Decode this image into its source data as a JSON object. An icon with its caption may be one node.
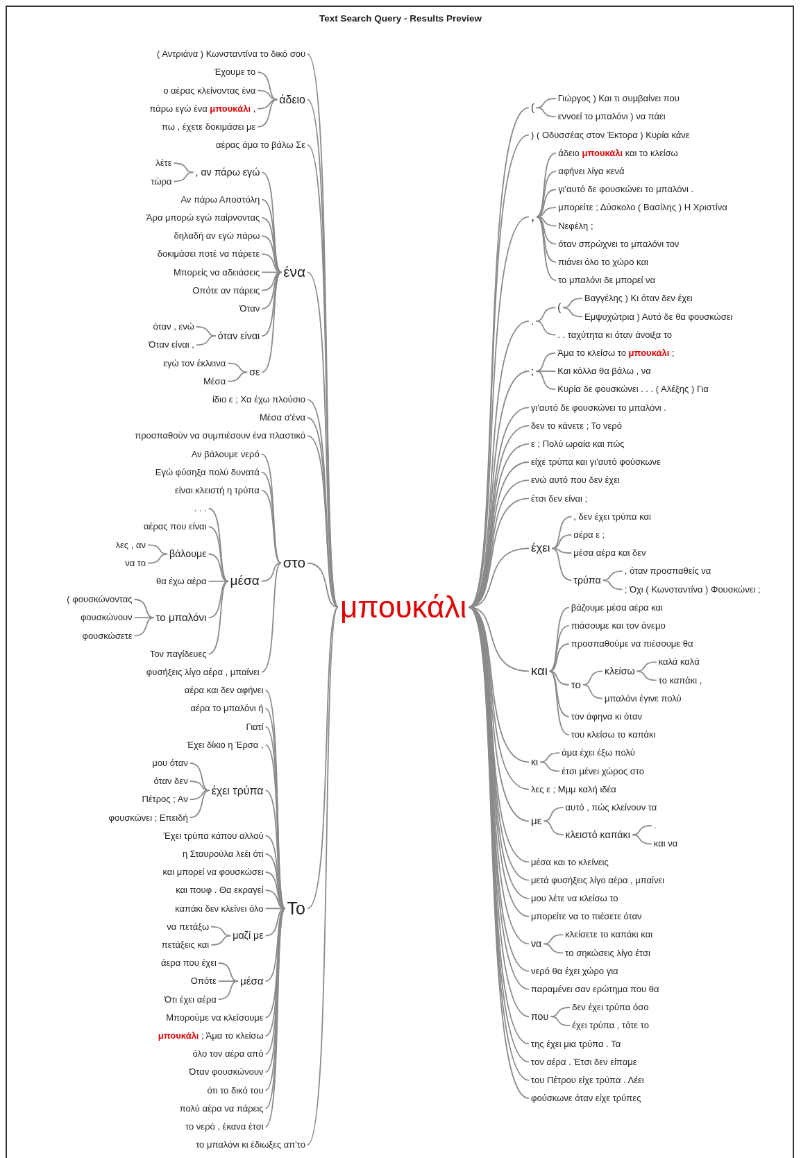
{
  "diagram": {
    "title": "Text Search Query - Results Preview",
    "nodes": [
      {
        "text": [
          "μπουκάλι"
        ]
      },
      {
        "text": [
          "( Αντριάνα ) Κωνσταντίνα το δικό σου"
        ]
      },
      {
        "text": [
          "άδειο"
        ]
      },
      {
        "text": [
          "Έχουμε το"
        ]
      },
      {
        "text": [
          "ο αέρας κλείνοντας ένα"
        ]
      },
      {
        "text": [
          "πάρω εγώ ένα **μπουκάλι** ,"
        ]
      },
      {
        "text": [
          "πω , έχετε δοκιμάσει με"
        ]
      },
      {
        "text": [
          "αέρας άμα το βάλω Σε"
        ]
      },
      {
        "text": [
          "ένα"
        ]
      },
      {
        "text": [
          ", αν πάρω εγώ"
        ]
      },
      {
        "text": [
          "λέτε"
        ]
      },
      {
        "text": [
          "τώρα"
        ]
      },
      {
        "text": [
          "Αν πάρω Αποστόλη"
        ]
      },
      {
        "text": [
          "Άρα μπορώ εγώ παίρνοντας"
        ]
      },
      {
        "text": [
          "δηλαδή αν εγώ πάρω"
        ]
      },
      {
        "text": [
          "δοκιμάσει ποτέ να πάρετε"
        ]
      },
      {
        "text": [
          "Μπορείς να αδειάσεις"
        ]
      },
      {
        "text": [
          "Οπότε αν πάρεις"
        ]
      },
      {
        "text": [
          "Όταν"
        ]
      },
      {
        "text": [
          "όταν είναι"
        ]
      },
      {
        "text": [
          "όταν , ενώ"
        ]
      },
      {
        "text": [
          "Όταν είναι ,"
        ]
      },
      {
        "text": [
          "σε"
        ]
      },
      {
        "text": [
          "εγώ τον έκλεινα"
        ]
      },
      {
        "text": [
          "Μέσα"
        ]
      },
      {
        "text": [
          "ίδιο ε ; Χα έχω πλούσιο"
        ]
      },
      {
        "text": [
          "Μέσα σ'ένα"
        ]
      },
      {
        "text": [
          "προσπαθούν να συμπιέσουν ένα πλαστικό"
        ]
      },
      {
        "text": [
          "στο"
        ]
      },
      {
        "text": [
          "Αν βάλουμε νερό"
        ]
      },
      {
        "text": [
          "Εγώ φύσηξα πολύ δυνατά"
        ]
      },
      {
        "text": [
          "είναι κλειστή η τρύπα"
        ]
      },
      {
        "text": [
          "μέσα"
        ]
      },
      {
        "text": [
          ". . ."
        ]
      },
      {
        "text": [
          "αέρας που είναι"
        ]
      },
      {
        "text": [
          "βάλουμε"
        ]
      },
      {
        "text": [
          "λες , αν"
        ]
      },
      {
        "text": [
          "να το"
        ]
      },
      {
        "text": [
          "θα έχω αέρα"
        ]
      },
      {
        "text": [
          "το μπαλόνι"
        ]
      },
      {
        "text": [
          "( φουσκώνοντας"
        ]
      },
      {
        "text": [
          "φουσκώνουν"
        ]
      },
      {
        "text": [
          "φουσκώσετε"
        ]
      },
      {
        "text": [
          "Τον παγίδευες"
        ]
      },
      {
        "text": [
          "φυσήξεις λίγο αέρα , μπαίνει"
        ]
      },
      {
        "text": [
          "Το"
        ]
      },
      {
        "text": [
          "αέρα και δεν αφήνει"
        ]
      },
      {
        "text": [
          "αέρα το μπαλόνι ή"
        ]
      },
      {
        "text": [
          "Γιατί"
        ]
      },
      {
        "text": [
          "Έχει δίκιο η Έρσα ,"
        ]
      },
      {
        "text": [
          "έχει τρύπα"
        ]
      },
      {
        "text": [
          "μου όταν"
        ]
      },
      {
        "text": [
          "όταν δεν"
        ]
      },
      {
        "text": [
          "Πέτρος ; Αν"
        ]
      },
      {
        "text": [
          "φουσκώνει ; Επειδή"
        ]
      },
      {
        "text": [
          "Έχει τρύπα κάπου αλλού"
        ]
      },
      {
        "text": [
          "η Σταυρούλα λεέι ότι"
        ]
      },
      {
        "text": [
          "και μπορεί να φουσκώσει"
        ]
      },
      {
        "text": [
          "και πουφ . Θα εκραγεί"
        ]
      },
      {
        "text": [
          "καπάκι δεν κλείνει όλο"
        ]
      },
      {
        "text": [
          "μαζί με"
        ]
      },
      {
        "text": [
          "να πετάξω"
        ]
      },
      {
        "text": [
          "πετάξεις και"
        ]
      },
      {
        "text": [
          "μέσα"
        ]
      },
      {
        "text": [
          "άερα που έχει"
        ]
      },
      {
        "text": [
          "Οπότε"
        ]
      },
      {
        "text": [
          "Ότι έχει αέρα"
        ]
      },
      {
        "text": [
          "Μπορούμε να κλείσουμε"
        ]
      },
      {
        "text": [
          "**μπουκάλι** ; Άμα το κλείσω"
        ]
      },
      {
        "text": [
          "όλο τον αέρα από"
        ]
      },
      {
        "text": [
          "Όταν φουσκώνουν"
        ]
      },
      {
        "text": [
          "ότι το δικό του"
        ]
      },
      {
        "text": [
          "πολύ αέρα να πάρεις"
        ]
      },
      {
        "text": [
          "το νερό , έκανα έτσι"
        ]
      },
      {
        "text": [
          "το μπαλόνι κι έδιωξες απ'το"
        ]
      },
      {
        "text": [
          "("
        ]
      },
      {
        "text": [
          "Γιώργος ) Και τι συμβαίνει που"
        ]
      },
      {
        "text": [
          "εννοεί το μπαλόνι ) να πάει"
        ]
      },
      {
        "text": [
          ") ( Οδυσσέας στον Έκτορα ) Κυρία κάνε"
        ]
      },
      {
        "text": [
          ","
        ]
      },
      {
        "text": [
          "άδειο **μπουκάλι** και το κλείσω"
        ]
      },
      {
        "text": [
          "αφήνει λίγα κενά"
        ]
      },
      {
        "text": [
          "γι'αυτό δε φουσκώνει το μπαλόνι ."
        ]
      },
      {
        "text": [
          "μπορείτε ; Δύσκολο ( Βασίλης ) Η Χριστίνα"
        ]
      },
      {
        "text": [
          "Νεφέλη ;"
        ]
      },
      {
        "text": [
          "όταν σπρώχνει το μπαλόνι τον"
        ]
      },
      {
        "text": [
          "πιάνει όλο το χώρο και"
        ]
      },
      {
        "text": [
          "το μπαλόνι δε μπορεί να"
        ]
      },
      {
        "text": [
          "."
        ]
      },
      {
        "text": [
          "("
        ]
      },
      {
        "text": [
          "Βαγγέλης ) Κι όταν δεν έχει"
        ]
      },
      {
        "text": [
          "Εμψυχώτρια ) Αυτό δε θα φουσκώσει"
        ]
      },
      {
        "text": [
          ". . ταχύτητα κι όταν άνοιξα το"
        ]
      },
      {
        "text": [
          ";"
        ]
      },
      {
        "text": [
          "Άμα το κλείσω το **μπουκάλι** ;"
        ]
      },
      {
        "text": [
          "Και κόλλα θα βάλω , να"
        ]
      },
      {
        "text": [
          "Κυρία δε φουσκώνει . . . ( Αλέξης ) Για"
        ]
      },
      {
        "text": [
          "γι'αυτό δε φουσκώνει το μπαλόνι ."
        ]
      },
      {
        "text": [
          "δεν το κάνετε ; Το νερό"
        ]
      },
      {
        "text": [
          "ε ; Πολύ ωραία και πώς"
        ]
      },
      {
        "text": [
          "είχε τρύπα και γι'αυτό φούσκωνε"
        ]
      },
      {
        "text": [
          "ενώ αυτό που δεν έχει"
        ]
      },
      {
        "text": [
          "έτσι δεν είναι ;"
        ]
      },
      {
        "text": [
          "έχει"
        ]
      },
      {
        "text": [
          ", δεν έχει τρύπα και"
        ]
      },
      {
        "text": [
          "αέρα ε ;"
        ]
      },
      {
        "text": [
          "μέσα αέρα και δεν"
        ]
      },
      {
        "text": [
          "τρύπα"
        ]
      },
      {
        "text": [
          ", όταν προσπαθείς να"
        ]
      },
      {
        "text": [
          "; Όχι ( Κωνσταντίνα ) Φουσκώνει ;"
        ]
      },
      {
        "text": [
          "και"
        ]
      },
      {
        "text": [
          "βάζουμε μέσα αέρα και"
        ]
      },
      {
        "text": [
          "πιάσουμε και τον άνεμο"
        ]
      },
      {
        "text": [
          "προσπαθούμε να πιέσουμε θα"
        ]
      },
      {
        "text": [
          "το"
        ]
      },
      {
        "text": [
          "κλείσω"
        ]
      },
      {
        "text": [
          "καλά καλά"
        ]
      },
      {
        "text": [
          "το καπάκι ,"
        ]
      },
      {
        "text": [
          "μπαλόνι έγινε πολύ"
        ]
      },
      {
        "text": [
          "τον άφηνα κι όταν"
        ]
      },
      {
        "text": [
          "του κλείσω το καπάκι"
        ]
      },
      {
        "text": [
          "κι"
        ]
      },
      {
        "text": [
          "άμα έχει έξω πολύ"
        ]
      },
      {
        "text": [
          "έτσι μένει χώρος στο"
        ]
      },
      {
        "text": [
          "λες ε ; Μμμ καλή ιδέα"
        ]
      },
      {
        "text": [
          "με"
        ]
      },
      {
        "text": [
          "αυτό , πώς κλείνουν τα"
        ]
      },
      {
        "text": [
          "κλειστό καπάκι"
        ]
      },
      {
        "text": [
          "."
        ]
      },
      {
        "text": [
          "και να"
        ]
      },
      {
        "text": [
          "μέσα και το κλείνεις"
        ]
      },
      {
        "text": [
          "μετά φυσήξεις λίγο αέρα , μπαίνει"
        ]
      },
      {
        "text": [
          "μου λέτε να κλείσω το"
        ]
      },
      {
        "text": [
          "μπορείτε να το πιέσετε όταν"
        ]
      },
      {
        "text": [
          "να"
        ]
      },
      {
        "text": [
          "κλείσετε το καπάκι και"
        ]
      },
      {
        "text": [
          "το σηκώσεις λίγο έτσι"
        ]
      },
      {
        "text": [
          "νερό θα έχει χώρο για"
        ]
      },
      {
        "text": [
          "παραμένει σαν ερώτημα που θα"
        ]
      },
      {
        "text": [
          "που"
        ]
      },
      {
        "text": [
          "δεν έχει τρύπα όσο"
        ]
      },
      {
        "text": [
          "έχει τρύπα , τότε το"
        ]
      },
      {
        "text": [
          "της έχει μια τρύπα . Τα"
        ]
      },
      {
        "text": [
          "τον αέρα . Έτσι δεν είπαμε"
        ]
      },
      {
        "text": [
          "του Πέτρου είχε τρύπα . Λέει"
        ]
      },
      {
        "text": [
          "φούσκωνε όταν είχε τρύπες"
        ]
      }
    ],
    "edges": [
      {
        "from": 0,
        "to": 1,
        "arrow": "none"
      },
      {
        "from": 0,
        "to": 2,
        "arrow": "none"
      },
      {
        "from": 2,
        "to": 3,
        "arrow": "none"
      },
      {
        "from": 2,
        "to": 4,
        "arrow": "none"
      },
      {
        "from": 2,
        "to": 5,
        "arrow": "none"
      },
      {
        "from": 2,
        "to": 6,
        "arrow": "none"
      },
      {
        "from": 0,
        "to": 7,
        "arrow": "none"
      },
      {
        "from": 0,
        "to": 8,
        "arrow": "none"
      },
      {
        "from": 8,
        "to": 9,
        "arrow": "none"
      },
      {
        "from": 9,
        "to": 10,
        "arrow": "none"
      },
      {
        "from": 9,
        "to": 11,
        "arrow": "none"
      },
      {
        "from": 8,
        "to": 12,
        "arrow": "none"
      },
      {
        "from": 8,
        "to": 13,
        "arrow": "none"
      },
      {
        "from": 8,
        "to": 14,
        "arrow": "none"
      },
      {
        "from": 8,
        "to": 15,
        "arrow": "none"
      },
      {
        "from": 8,
        "to": 16,
        "arrow": "none"
      },
      {
        "from": 8,
        "to": 17,
        "arrow": "none"
      },
      {
        "from": 8,
        "to": 18,
        "arrow": "none"
      },
      {
        "from": 8,
        "to": 19,
        "arrow": "none"
      },
      {
        "from": 19,
        "to": 20,
        "arrow": "none"
      },
      {
        "from": 19,
        "to": 21,
        "arrow": "none"
      },
      {
        "from": 8,
        "to": 22,
        "arrow": "none"
      },
      {
        "from": 22,
        "to": 23,
        "arrow": "none"
      },
      {
        "from": 22,
        "to": 24,
        "arrow": "none"
      },
      {
        "from": 0,
        "to": 25,
        "arrow": "none"
      },
      {
        "from": 0,
        "to": 26,
        "arrow": "none"
      },
      {
        "from": 0,
        "to": 27,
        "arrow": "none"
      },
      {
        "from": 0,
        "to": 28,
        "arrow": "none"
      },
      {
        "from": 28,
        "to": 29,
        "arrow": "none"
      },
      {
        "from": 28,
        "to": 30,
        "arrow": "none"
      },
      {
        "from": 28,
        "to": 31,
        "arrow": "none"
      },
      {
        "from": 28,
        "to": 32,
        "arrow": "none"
      },
      {
        "from": 32,
        "to": 33,
        "arrow": "none"
      },
      {
        "from": 32,
        "to": 34,
        "arrow": "none"
      },
      {
        "from": 32,
        "to": 35,
        "arrow": "none"
      },
      {
        "from": 35,
        "to": 36,
        "arrow": "none"
      },
      {
        "from": 35,
        "to": 37,
        "arrow": "none"
      },
      {
        "from": 32,
        "to": 38,
        "arrow": "none"
      },
      {
        "from": 32,
        "to": 39,
        "arrow": "none"
      },
      {
        "from": 39,
        "to": 40,
        "arrow": "none"
      },
      {
        "from": 39,
        "to": 41,
        "arrow": "none"
      },
      {
        "from": 39,
        "to": 42,
        "arrow": "none"
      },
      {
        "from": 32,
        "to": 43,
        "arrow": "none"
      },
      {
        "from": 28,
        "to": 44,
        "arrow": "none"
      },
      {
        "from": 0,
        "to": 45,
        "arrow": "none"
      },
      {
        "from": 45,
        "to": 46,
        "arrow": "none"
      },
      {
        "from": 45,
        "to": 47,
        "arrow": "none"
      },
      {
        "from": 45,
        "to": 48,
        "arrow": "none"
      },
      {
        "from": 45,
        "to": 49,
        "arrow": "none"
      },
      {
        "from": 45,
        "to": 50,
        "arrow": "none"
      },
      {
        "from": 50,
        "to": 51,
        "arrow": "none"
      },
      {
        "from": 50,
        "to": 52,
        "arrow": "none"
      },
      {
        "from": 50,
        "to": 53,
        "arrow": "none"
      },
      {
        "from": 50,
        "to": 54,
        "arrow": "none"
      },
      {
        "from": 45,
        "to": 55,
        "arrow": "none"
      },
      {
        "from": 45,
        "to": 56,
        "arrow": "none"
      },
      {
        "from": 45,
        "to": 57,
        "arrow": "none"
      },
      {
        "from": 45,
        "to": 58,
        "arrow": "none"
      },
      {
        "from": 45,
        "to": 59,
        "arrow": "none"
      },
      {
        "from": 45,
        "to": 60,
        "arrow": "none"
      },
      {
        "from": 60,
        "to": 61,
        "arrow": "none"
      },
      {
        "from": 60,
        "to": 62,
        "arrow": "none"
      },
      {
        "from": 45,
        "to": 63,
        "arrow": "none"
      },
      {
        "from": 63,
        "to": 64,
        "arrow": "none"
      },
      {
        "from": 63,
        "to": 65,
        "arrow": "none"
      },
      {
        "from": 63,
        "to": 66,
        "arrow": "none"
      },
      {
        "from": 45,
        "to": 67,
        "arrow": "none"
      },
      {
        "from": 45,
        "to": 68,
        "arrow": "none"
      },
      {
        "from": 45,
        "to": 69,
        "arrow": "none"
      },
      {
        "from": 45,
        "to": 70,
        "arrow": "none"
      },
      {
        "from": 45,
        "to": 71,
        "arrow": "none"
      },
      {
        "from": 45,
        "to": 72,
        "arrow": "none"
      },
      {
        "from": 45,
        "to": 73,
        "arrow": "none"
      },
      {
        "from": 0,
        "to": 74,
        "arrow": "none"
      },
      {
        "from": 0,
        "to": 75,
        "arrow": "none"
      },
      {
        "from": 75,
        "to": 76,
        "arrow": "none"
      },
      {
        "from": 75,
        "to": 77,
        "arrow": "none"
      },
      {
        "from": 0,
        "to": 78,
        "arrow": "none"
      },
      {
        "from": 0,
        "to": 79,
        "arrow": "none"
      },
      {
        "from": 79,
        "to": 80,
        "arrow": "none"
      },
      {
        "from": 79,
        "to": 81,
        "arrow": "none"
      },
      {
        "from": 79,
        "to": 82,
        "arrow": "none"
      },
      {
        "from": 79,
        "to": 83,
        "arrow": "none"
      },
      {
        "from": 79,
        "to": 84,
        "arrow": "none"
      },
      {
        "from": 79,
        "to": 85,
        "arrow": "none"
      },
      {
        "from": 79,
        "to": 86,
        "arrow": "none"
      },
      {
        "from": 79,
        "to": 87,
        "arrow": "none"
      },
      {
        "from": 0,
        "to": 88,
        "arrow": "none"
      },
      {
        "from": 88,
        "to": 89,
        "arrow": "none"
      },
      {
        "from": 89,
        "to": 90,
        "arrow": "none"
      },
      {
        "from": 89,
        "to": 91,
        "arrow": "none"
      },
      {
        "from": 88,
        "to": 92,
        "arrow": "none"
      },
      {
        "from": 0,
        "to": 93,
        "arrow": "none"
      },
      {
        "from": 93,
        "to": 94,
        "arrow": "none"
      },
      {
        "from": 93,
        "to": 95,
        "arrow": "none"
      },
      {
        "from": 93,
        "to": 96,
        "arrow": "none"
      },
      {
        "from": 0,
        "to": 97,
        "arrow": "none"
      },
      {
        "from": 0,
        "to": 98,
        "arrow": "none"
      },
      {
        "from": 0,
        "to": 99,
        "arrow": "none"
      },
      {
        "from": 0,
        "to": 100,
        "arrow": "none"
      },
      {
        "from": 0,
        "to": 101,
        "arrow": "none"
      },
      {
        "from": 0,
        "to": 102,
        "arrow": "none"
      },
      {
        "from": 0,
        "to": 103,
        "arrow": "none"
      },
      {
        "from": 103,
        "to": 104,
        "arrow": "none"
      },
      {
        "from": 103,
        "to": 105,
        "arrow": "none"
      },
      {
        "from": 103,
        "to": 106,
        "arrow": "none"
      },
      {
        "from": 103,
        "to": 107,
        "arrow": "none"
      },
      {
        "from": 107,
        "to": 108,
        "arrow": "none"
      },
      {
        "from": 107,
        "to": 109,
        "arrow": "none"
      },
      {
        "from": 0,
        "to": 110,
        "arrow": "none"
      },
      {
        "from": 110,
        "to": 111,
        "arrow": "none"
      },
      {
        "from": 110,
        "to": 112,
        "arrow": "none"
      },
      {
        "from": 110,
        "to": 113,
        "arrow": "none"
      },
      {
        "from": 110,
        "to": 114,
        "arrow": "none"
      },
      {
        "from": 114,
        "to": 115,
        "arrow": "none"
      },
      {
        "from": 115,
        "to": 116,
        "arrow": "none"
      },
      {
        "from": 115,
        "to": 117,
        "arrow": "none"
      },
      {
        "from": 114,
        "to": 118,
        "arrow": "none"
      },
      {
        "from": 110,
        "to": 119,
        "arrow": "none"
      },
      {
        "from": 110,
        "to": 120,
        "arrow": "none"
      },
      {
        "from": 0,
        "to": 121,
        "arrow": "none"
      },
      {
        "from": 121,
        "to": 122,
        "arrow": "none"
      },
      {
        "from": 121,
        "to": 123,
        "arrow": "none"
      },
      {
        "from": 0,
        "to": 124,
        "arrow": "none"
      },
      {
        "from": 0,
        "to": 125,
        "arrow": "none"
      },
      {
        "from": 125,
        "to": 126,
        "arrow": "none"
      },
      {
        "from": 125,
        "to": 127,
        "arrow": "none"
      },
      {
        "from": 127,
        "to": 128,
        "arrow": "none"
      },
      {
        "from": 127,
        "to": 129,
        "arrow": "none"
      },
      {
        "from": 0,
        "to": 130,
        "arrow": "none"
      },
      {
        "from": 0,
        "to": 131,
        "arrow": "none"
      },
      {
        "from": 0,
        "to": 132,
        "arrow": "none"
      },
      {
        "from": 0,
        "to": 133,
        "arrow": "none"
      },
      {
        "from": 0,
        "to": 134,
        "arrow": "none"
      },
      {
        "from": 134,
        "to": 135,
        "arrow": "none"
      },
      {
        "from": 134,
        "to": 136,
        "arrow": "none"
      },
      {
        "from": 0,
        "to": 137,
        "arrow": "none"
      },
      {
        "from": 0,
        "to": 138,
        "arrow": "none"
      },
      {
        "from": 0,
        "to": 139,
        "arrow": "none"
      },
      {
        "from": 139,
        "to": 140,
        "arrow": "none"
      },
      {
        "from": 139,
        "to": 141,
        "arrow": "none"
      },
      {
        "from": 0,
        "to": 142,
        "arrow": "none"
      },
      {
        "from": 0,
        "to": 143,
        "arrow": "none"
      },
      {
        "from": 0,
        "to": 144,
        "arrow": "none"
      },
      {
        "from": 0,
        "to": 145,
        "arrow": "none"
      }
    ]
  }
}
